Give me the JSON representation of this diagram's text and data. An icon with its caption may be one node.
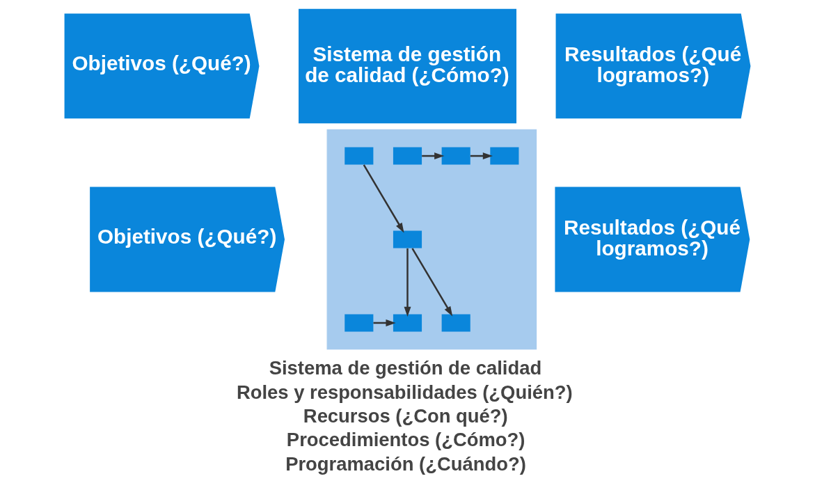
{
  "diagram": {
    "nodes": [
      {
        "text": [
          "Objetivos (¿Qué?)"
        ]
      },
      {
        "text": [
          "Sistema de gestión de calidad (¿Cómo?)"
        ]
      },
      {
        "text": [
          "Resultados (¿Qué logramos?)"
        ]
      },
      {
        "text": [
          "Objetivos (¿Qué?)"
        ]
      },
      {
        "text": [],
        "shape": "box"
      },
      {
        "text": [],
        "shape": "box",
        "in": 4
      },
      {
        "text": [],
        "shape": "box",
        "in": 4
      },
      {
        "text": [],
        "shape": "box",
        "in": 4
      },
      {
        "text": [],
        "shape": "box",
        "in": 4
      },
      {
        "text": [],
        "shape": "box",
        "in": 4
      },
      {
        "text": [],
        "shape": "box",
        "in": 4
      },
      {
        "text": [],
        "shape": "box",
        "in": 4
      },
      {
        "text": [],
        "shape": "box",
        "in": 4
      },
      {
        "text": [
          "Resultados (¿Qué logramos?)"
        ]
      }
    ],
    "edges": [
      {
        "from": 5,
        "to": 9,
        "arrow": "to"
      },
      {
        "from": 6,
        "to": 7,
        "arrow": "to"
      },
      {
        "from": 7,
        "to": 8,
        "arrow": "to"
      },
      {
        "from": 9,
        "to": 12,
        "arrow": "to"
      },
      {
        "from": 10,
        "to": 11,
        "arrow": "to"
      },
      {
        "from": 9,
        "to": 11,
        "arrow": "to"
      }
    ],
    "labels": [
      "Sistema de gestión de calidad",
      "Roles y responsabilidades (¿Quién?)",
      "Recursos (¿Con qué?)",
      "Procedimientos (¿Cómo?)",
      "Programación (¿Cuándo?)"
    ]
  }
}
